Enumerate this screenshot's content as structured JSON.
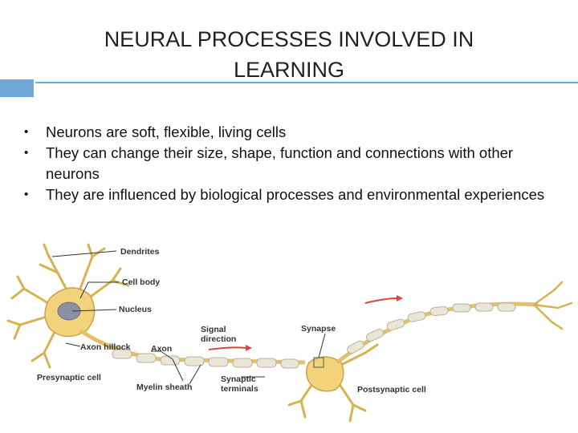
{
  "slide": {
    "title": "NEURAL PROCESSES INVOLVED IN LEARNING",
    "bullets": [
      "Neurons are soft, flexible, living cells",
      "They can change their size, shape, function and connections with other neurons",
      "They are influenced by biological processes and environmental experiences"
    ]
  },
  "diagram": {
    "labels": {
      "dendrites": "Dendrites",
      "cell_body": "Cell body",
      "nucleus": "Nucleus",
      "axon_hillock": "Axon hillock",
      "axon": "Axon",
      "signal_1": "Signal",
      "signal_2": "direction",
      "synapse": "Synapse",
      "presynaptic": "Presynaptic cell",
      "myelin": "Myelin sheath",
      "synaptic_1": "Synaptic",
      "synaptic_2": "terminals",
      "postsynaptic": "Postsynaptic cell"
    },
    "colors": {
      "cell": "#f2d27a",
      "cell_outline": "#c9a448",
      "nucleus": "#8d8fa6",
      "myelin": "#e9e6d8",
      "arrow": "#d9463a"
    }
  }
}
